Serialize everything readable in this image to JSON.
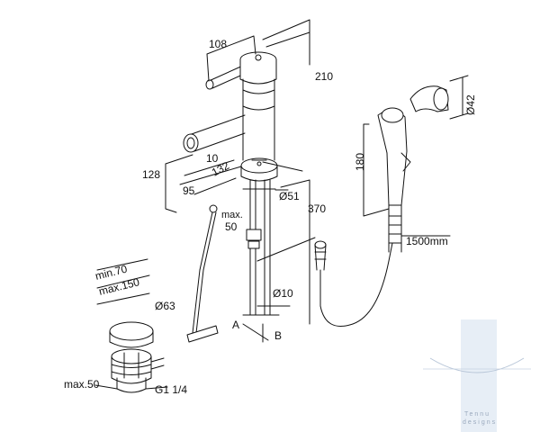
{
  "dimensions": {
    "handle_length": "108",
    "height_total": "210",
    "spout_height": "128",
    "angle_small": "10",
    "angle_large": "132",
    "spout_reach": "95",
    "base_diameter": "Ø51",
    "max_hole": "max.",
    "max_hole_value": "50",
    "shank_length": "370",
    "hose_diameter": "Ø10",
    "connector_a": "A",
    "connector_b": "B",
    "handshower_height": "180",
    "holder_diameter": "Ø42",
    "hose_length": "1500mm",
    "waste_min": "min.70",
    "waste_max": "max.150",
    "waste_diameter": "Ø63",
    "waste_depth": "max.50",
    "waste_thread": "G1 1/4"
  },
  "watermark": {
    "line1": "Tennu",
    "line2": "designs",
    "accent_color": "#c9d6e6"
  },
  "colors": {
    "line": "#111111",
    "background": "#ffffff"
  }
}
